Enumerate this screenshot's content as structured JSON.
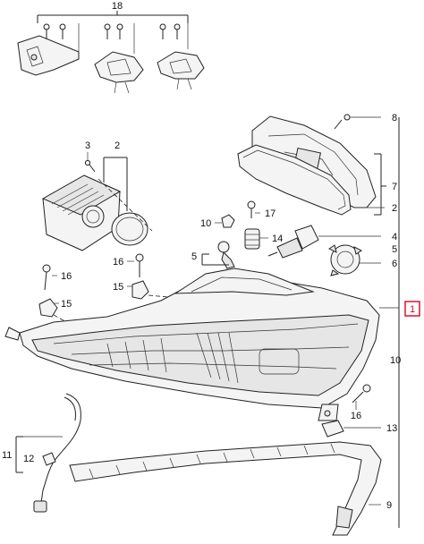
{
  "colors": {
    "line": "#222222",
    "highlight": "#e0001b",
    "background": "#ffffff"
  },
  "labels": {
    "l18": "18",
    "l8": "8",
    "l3": "3",
    "l2a": "2",
    "l7": "7",
    "l2b": "2",
    "l10a": "10",
    "l17": "17",
    "l14": "14",
    "l4": "4",
    "l5a": "5",
    "l5b": "5",
    "l6": "6",
    "l16a": "16",
    "l15": "15",
    "l16b": "16",
    "l1": "1",
    "l10b": "10",
    "l16c": "16",
    "l13": "13",
    "l11": "11",
    "l12": "12",
    "l9": "9"
  }
}
